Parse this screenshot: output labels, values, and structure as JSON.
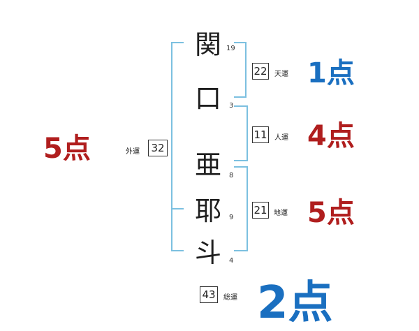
{
  "name_chars": [
    {
      "char": "関",
      "strokes": "19"
    },
    {
      "char": "口",
      "strokes": "3"
    },
    {
      "char": "亜",
      "strokes": "8"
    },
    {
      "char": "耶",
      "strokes": "9"
    },
    {
      "char": "斗",
      "strokes": "4"
    }
  ],
  "fortunes": {
    "tenun": {
      "value": "22",
      "label": "天運",
      "score": "1点",
      "color": "#1a6fc0"
    },
    "jinun": {
      "value": "11",
      "label": "人運",
      "score": "4点",
      "color": "#b01e1e"
    },
    "chiun": {
      "value": "21",
      "label": "地運",
      "score": "5点",
      "color": "#b01e1e"
    },
    "gaiun": {
      "value": "32",
      "label": "外運",
      "score": "5点",
      "color": "#b01e1e"
    },
    "souun": {
      "value": "43",
      "label": "総運",
      "score": "2点",
      "color": "#1a6fc0"
    }
  },
  "colors": {
    "bracket": "#7cc0e0"
  }
}
